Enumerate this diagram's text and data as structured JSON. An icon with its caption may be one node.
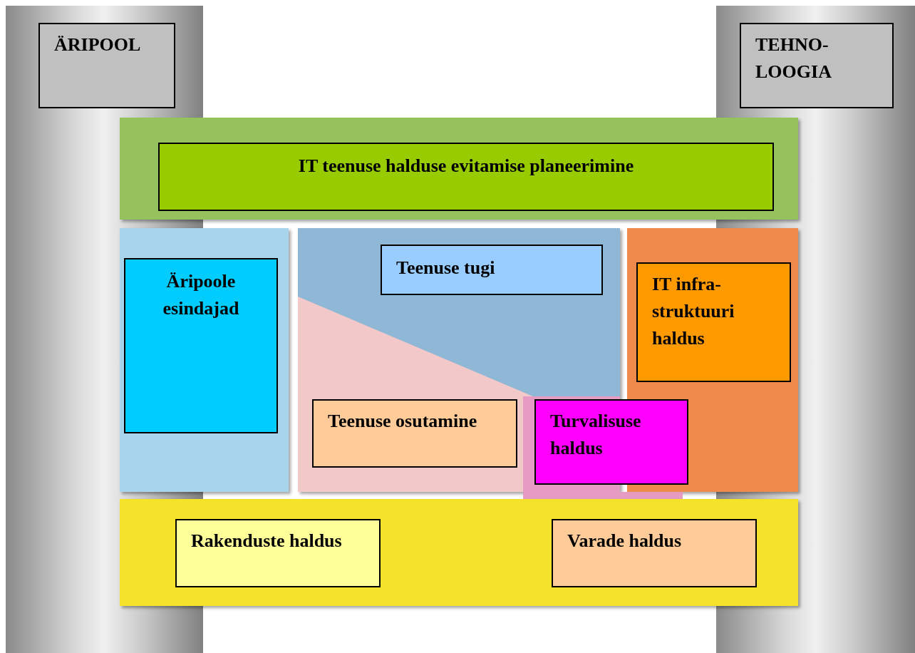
{
  "diagram": {
    "nodes": [
      {
        "text": [
          "ÄRIPOOL"
        ]
      },
      {
        "text": [
          "TEHNO- LOOGIA"
        ]
      },
      {
        "text": [],
        "shape": "box"
      },
      {
        "text": [
          "IT teenuse halduse evitamise planeerimine"
        ],
        "in": 2
      },
      {
        "text": [],
        "shape": "box"
      },
      {
        "text": [
          "Äripoole esindajad"
        ],
        "in": 4
      },
      {
        "text": [],
        "shape": "box"
      },
      {
        "text": [
          "Teenuse tugi"
        ],
        "in": 6
      },
      {
        "text": [],
        "shape": "box"
      },
      {
        "text": [
          "IT infra- struktuuri haldus"
        ],
        "in": 8
      },
      {
        "text": [
          "Teenuse osutamine"
        ],
        "in": 6
      },
      {
        "text": [
          "Turvalisuse haldus"
        ]
      },
      {
        "text": [],
        "shape": "box"
      },
      {
        "text": [
          "Rakenduste haldus"
        ],
        "in": 12
      },
      {
        "text": [
          "Varade haldus"
        ],
        "in": 12
      }
    ]
  }
}
